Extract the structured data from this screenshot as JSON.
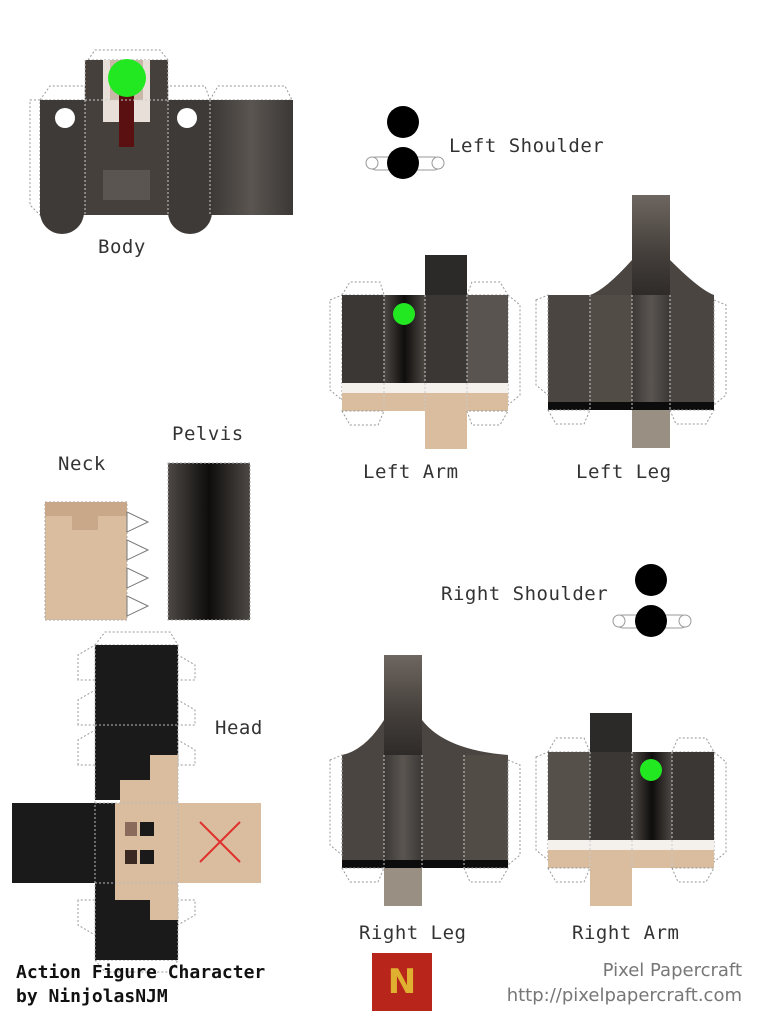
{
  "labels": {
    "body": "Body",
    "left_shoulder": "Left Shoulder",
    "left_arm": "Left Arm",
    "left_leg": "Left Leg",
    "neck": "Neck",
    "pelvis": "Pelvis",
    "right_shoulder": "Right Shoulder",
    "head": "Head",
    "right_leg": "Right Leg",
    "right_arm": "Right Arm"
  },
  "credit": {
    "line1": "Action Figure Character",
    "line2": "by NinjolasNJM"
  },
  "site": {
    "name": "Pixel Papercraft",
    "url": "http://pixelpapercraft.com"
  },
  "logo": {
    "letter": "N"
  },
  "colors": {
    "cloth_dark": "#3a3735",
    "cloth_mid": "#4a4541",
    "skin": "#d9bd9e",
    "hair": "#1a1a1a",
    "marker_green": "#22e822",
    "marker_red": "#e03030",
    "tie": "#5a1010",
    "logo_bg": "#b8261b",
    "logo_fg": "#e0b030"
  }
}
